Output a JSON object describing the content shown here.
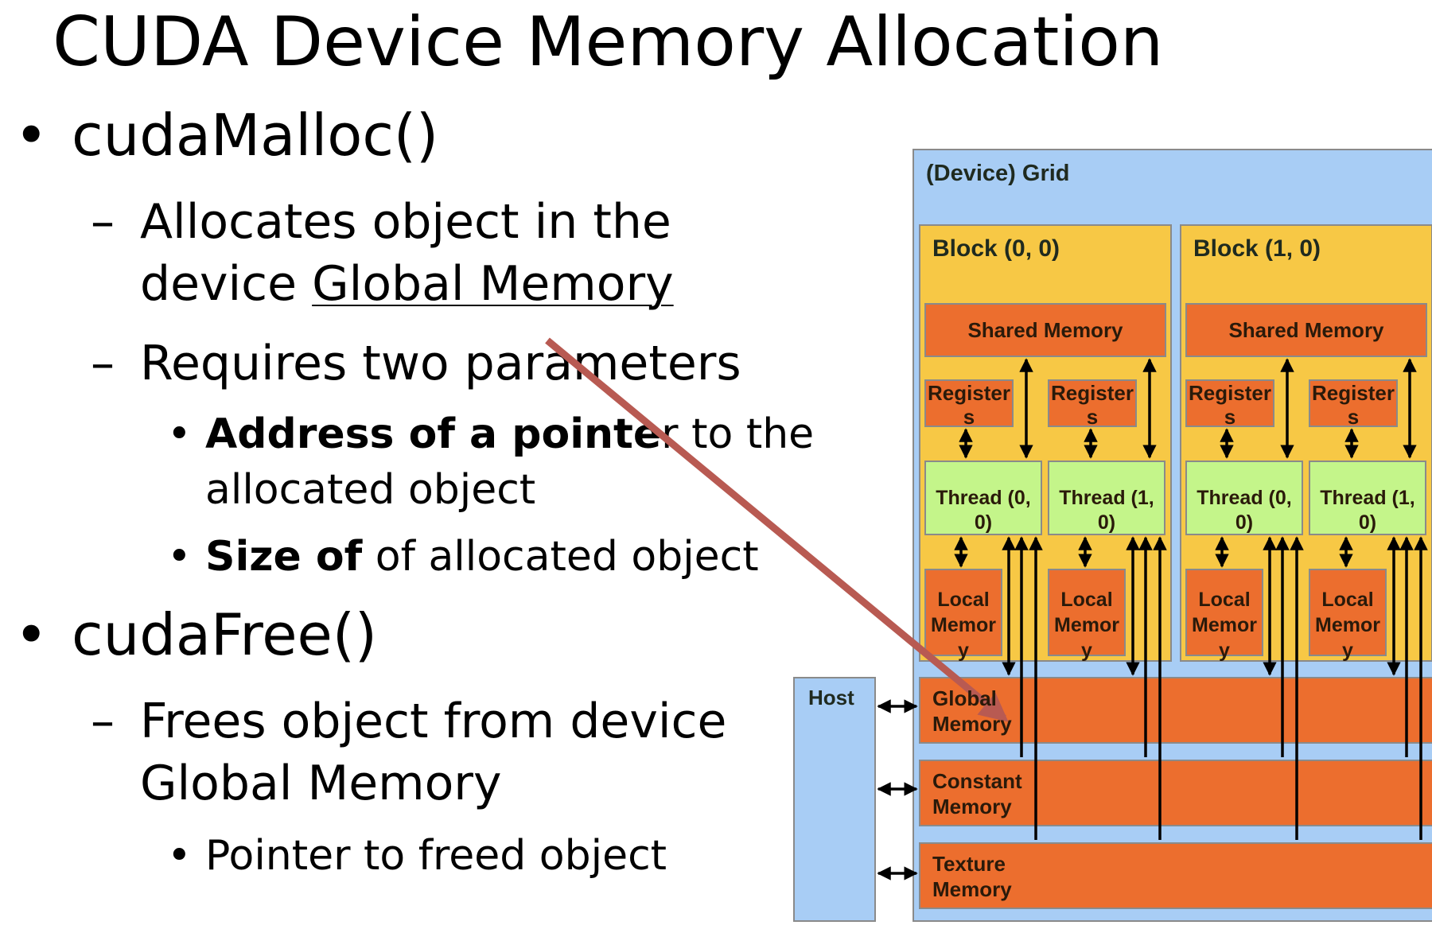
{
  "slide": {
    "title": "CUDA Device Memory Allocation",
    "bullets": [
      {
        "symbol": "•",
        "text": "cudaMalloc()"
      },
      {
        "dash": "–",
        "line1": "Allocates object in the",
        "line2_plain": "device ",
        "line2_underlined": "Global Memory"
      },
      {
        "dash": "–",
        "text": "Requires two parameters"
      },
      {
        "symbol": "•",
        "bold": "Address of a pointe",
        "rest": "r to the",
        "line2": "allocated object"
      },
      {
        "symbol": "•",
        "bold": "Size of",
        "rest": " of allocated object"
      },
      {
        "symbol": "•",
        "text": "cudaFree()"
      },
      {
        "dash": "–",
        "line1": "Frees object from device",
        "line2": "Global Memory"
      },
      {
        "symbol": "•",
        "text": "Pointer to freed object"
      }
    ]
  },
  "diagram": {
    "grid_label": "(Device) Grid",
    "host_label": "Host",
    "blocks": [
      {
        "label": "Block (0, 0)",
        "shared": "Shared Memory",
        "registers": [
          "Register\ns",
          "Register\ns"
        ],
        "threads": [
          "Thread (0,\n0)",
          "Thread (1,\n0)"
        ],
        "locals": [
          "Local\nMemor\ny",
          "Local\nMemor\ny"
        ]
      },
      {
        "label": "Block (1, 0)",
        "shared": "Shared Memory",
        "registers": [
          "Register\ns",
          "Register\ns"
        ],
        "threads": [
          "Thread (0,\n0)",
          "Thread (1,\n0)"
        ],
        "locals": [
          "Local\nMemor\ny",
          "Local\nMemor\ny"
        ]
      }
    ],
    "memories": [
      {
        "line1": "Global",
        "line2": "Memory"
      },
      {
        "line1": "Constant",
        "line2": "Memory"
      },
      {
        "line1": "Texture",
        "line2": "Memory"
      }
    ],
    "colors": {
      "grid": "#a8cdf5",
      "block": "#f7c845",
      "memory": "#ec6e2e",
      "thread": "#c4f58a",
      "pointer_arrow": "#b85a52"
    }
  }
}
